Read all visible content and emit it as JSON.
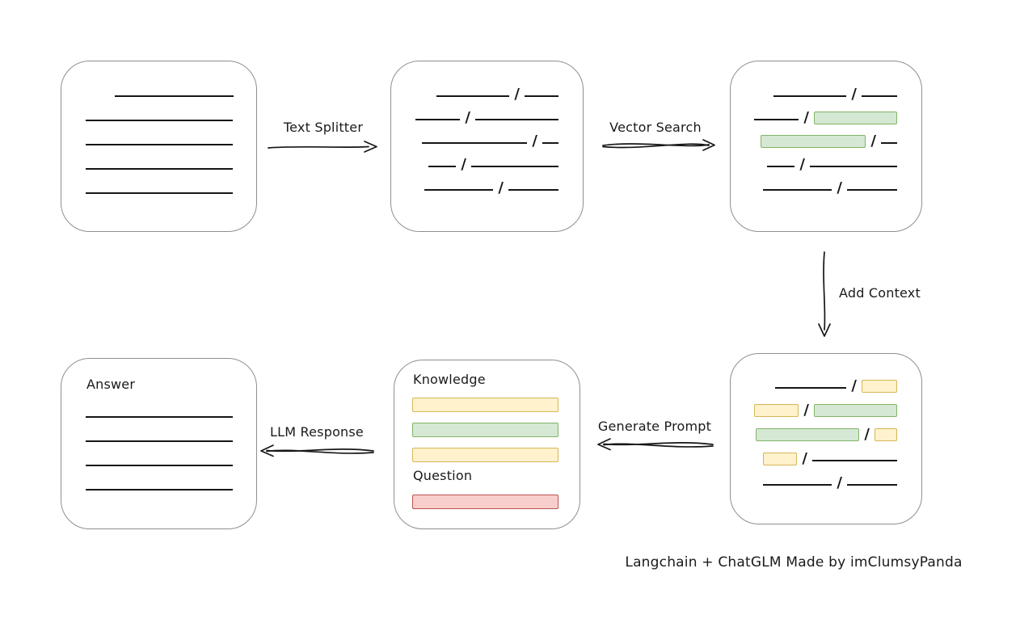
{
  "caption": "Langchain + ChatGLM Made by imClumsyPanda",
  "labels": {
    "text_splitter": "Text Splitter",
    "vector_search": "Vector Search",
    "add_context": "Add Context",
    "generate_prompt": "Generate Prompt",
    "llm_response": "LLM Response",
    "knowledge": "Knowledge",
    "question": "Question",
    "answer": "Answer",
    "slash": "/"
  },
  "colors": {
    "green_fill": "#d5e8d4",
    "green_border": "#82b366",
    "yellow_fill": "#fff2cc",
    "yellow_border": "#d6b656",
    "red_fill": "#f8cecc",
    "red_border": "#b85450",
    "box_border": "#8f8f8f",
    "stroke": "#161616"
  },
  "nodes": {
    "document": {
      "rows": [
        [
          {
            "t": "space",
            "w": 30
          },
          {
            "t": "line",
            "w": 150
          }
        ],
        [
          {
            "t": "line",
            "w": 182
          }
        ],
        [
          {
            "t": "line",
            "w": 182
          }
        ],
        [
          {
            "t": "line",
            "w": 182
          }
        ],
        [
          {
            "t": "line",
            "w": 182
          }
        ]
      ]
    },
    "split_text": {
      "rows": [
        [
          {
            "t": "line",
            "w": 90
          },
          {
            "t": "slash"
          },
          {
            "t": "line",
            "w": 42
          }
        ],
        [
          {
            "t": "line",
            "w": 55
          },
          {
            "t": "slash"
          },
          {
            "t": "line",
            "w": 103
          }
        ],
        [
          {
            "t": "line",
            "w": 130
          },
          {
            "t": "slash"
          },
          {
            "t": "line",
            "w": 20
          }
        ],
        [
          {
            "t": "line",
            "w": 34
          },
          {
            "t": "slash"
          },
          {
            "t": "line",
            "w": 108
          }
        ],
        [
          {
            "t": "line",
            "w": 85
          },
          {
            "t": "slash"
          },
          {
            "t": "line",
            "w": 62
          }
        ]
      ]
    },
    "search_results": {
      "rows": [
        [
          {
            "t": "line",
            "w": 90
          },
          {
            "t": "slash"
          },
          {
            "t": "line",
            "w": 44
          }
        ],
        [
          {
            "t": "line",
            "w": 55
          },
          {
            "t": "slash"
          },
          {
            "t": "bar",
            "c": "green",
            "w": 103
          }
        ],
        [
          {
            "t": "bar",
            "c": "green",
            "w": 130
          },
          {
            "t": "slash"
          },
          {
            "t": "line",
            "w": 20
          }
        ],
        [
          {
            "t": "line",
            "w": 34
          },
          {
            "t": "slash"
          },
          {
            "t": "line",
            "w": 108
          }
        ],
        [
          {
            "t": "line",
            "w": 85
          },
          {
            "t": "slash"
          },
          {
            "t": "line",
            "w": 62
          }
        ]
      ]
    },
    "context": {
      "rows": [
        [
          {
            "t": "line",
            "w": 88
          },
          {
            "t": "slash"
          },
          {
            "t": "bar",
            "c": "yellow",
            "w": 44
          }
        ],
        [
          {
            "t": "bar",
            "c": "yellow",
            "w": 55
          },
          {
            "t": "slash"
          },
          {
            "t": "bar",
            "c": "green",
            "w": 103
          }
        ],
        [
          {
            "t": "bar",
            "c": "green",
            "w": 128
          },
          {
            "t": "slash"
          },
          {
            "t": "bar",
            "c": "yellow",
            "w": 28
          }
        ],
        [
          {
            "t": "bar",
            "c": "yellow",
            "w": 42
          },
          {
            "t": "slash"
          },
          {
            "t": "line",
            "w": 105
          }
        ],
        [
          {
            "t": "line",
            "w": 85
          },
          {
            "t": "slash"
          },
          {
            "t": "line",
            "w": 62
          }
        ]
      ]
    },
    "prompt": {
      "knowledge_bars": [
        "yellow",
        "green",
        "yellow"
      ],
      "question_bars": [
        "red"
      ]
    },
    "answer": {
      "rows": [
        [
          {
            "t": "line",
            "w": 182
          }
        ],
        [
          {
            "t": "line",
            "w": 182
          }
        ],
        [
          {
            "t": "line",
            "w": 182
          }
        ],
        [
          {
            "t": "line",
            "w": 182
          }
        ]
      ]
    }
  }
}
